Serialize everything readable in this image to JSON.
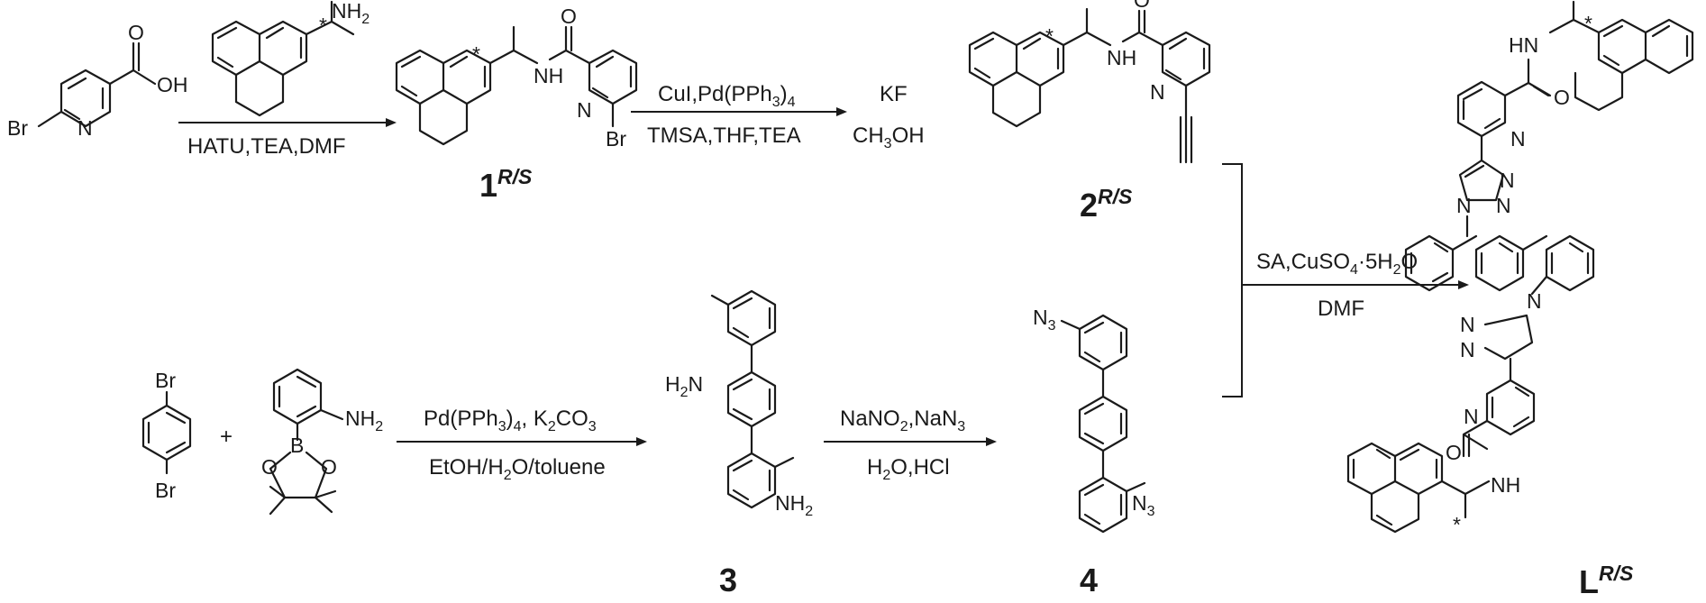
{
  "atoms": {
    "nh2": "NH",
    "sub2": "2",
    "sub3": "3",
    "star": "*",
    "br": "Br",
    "n": "N",
    "o": "O",
    "oh": "OH",
    "nh": "NH",
    "h": "H",
    "hn": "HN",
    "b": "B",
    "h2n": "H",
    "n3": "N",
    "plus": "+",
    "triazole_nn": "N=N",
    "triazole_nn2": "N",
    "triazole_n": "N"
  },
  "conditions": {
    "step1": "HATU,TEA,DMF",
    "step2_top_a": "CuI,Pd(PPh",
    "step2_top_b": ")",
    "step2_top_c": "4",
    "step2_bottom": "TMSA,THF,TEA",
    "step3_top": "KF",
    "step3_bottom_a": "CH",
    "step3_bottom_b": "OH",
    "step4_top_a": "SA,CuSO",
    "step4_top_b": "4",
    "step4_top_c": "·5H",
    "step4_top_d": "2",
    "step4_top_e": "O",
    "step4_bottom": "DMF",
    "step5_top_a": "Pd(PPh",
    "step5_top_b": ")",
    "step5_top_c": "4",
    "step5_top_d": ",  K",
    "step5_top_e": "2",
    "step5_top_f": "CO",
    "step5_top_g": "3",
    "step5_bottom_a": "EtOH/H",
    "step5_bottom_b": "2",
    "step5_bottom_c": "O/toluene",
    "step6_top_a": "NaNO",
    "step6_top_b": "2",
    "step6_top_c": ",NaN",
    "step6_top_d": "3",
    "step6_bottom_a": "H",
    "step6_bottom_b": "2",
    "step6_bottom_c": "O,HCl"
  },
  "compounds": {
    "c1": "1",
    "c1_sup": "R/S",
    "c2": "2",
    "c2_sup": "R/S",
    "c3": "3",
    "c4": "4",
    "cL": "L",
    "cL_sup": "R/S"
  }
}
